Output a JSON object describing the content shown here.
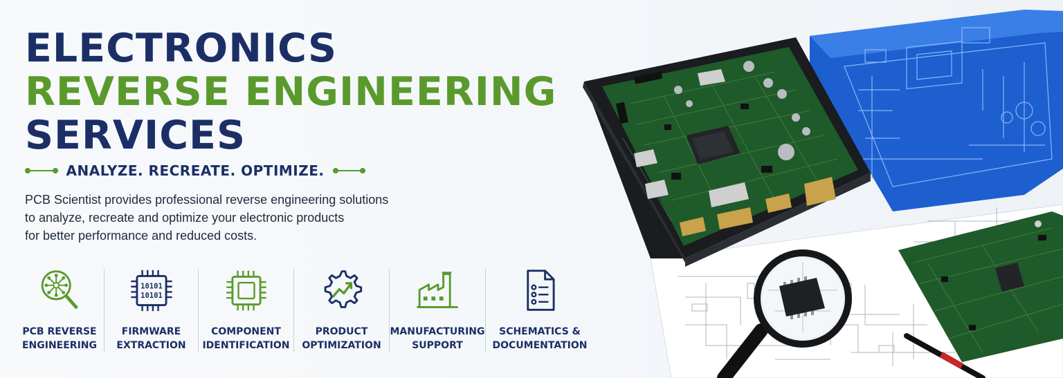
{
  "headline": {
    "line1": "ELECTRONICS",
    "line2": "REVERSE ENGINEERING",
    "line3": "SERVICES"
  },
  "tagline": "ANALYZE. RECREATE. OPTIMIZE.",
  "description": [
    "PCB Scientist provides professional reverse engineering solutions",
    "to analyze, recreate and optimize your electronic products",
    "for better performance and reduced costs."
  ],
  "services": [
    {
      "line1": "PCB REVERSE",
      "line2": "ENGINEERING",
      "icon": "pcb-magnifier-icon"
    },
    {
      "line1": "FIRMWARE",
      "line2": "EXTRACTION",
      "icon": "binary-chip-icon"
    },
    {
      "line1": "COMPONENT",
      "line2": "IDENTIFICATION",
      "icon": "chip-icon"
    },
    {
      "line1": "PRODUCT",
      "line2": "OPTIMIZATION",
      "icon": "gear-chart-icon"
    },
    {
      "line1": "MANUFACTURING",
      "line2": "SUPPORT",
      "icon": "factory-icon"
    },
    {
      "line1": "SCHEMATICS &",
      "line2": "DOCUMENTATION",
      "icon": "document-list-icon"
    }
  ],
  "icon_glyphs": {
    "binary_row1": "10101",
    "binary_row2": "10101"
  },
  "colors": {
    "navy": "#1b2f66",
    "green": "#5a9a2c",
    "pcb_green": "#1f5a2a",
    "blueprint_blue": "#1f5fc2"
  }
}
